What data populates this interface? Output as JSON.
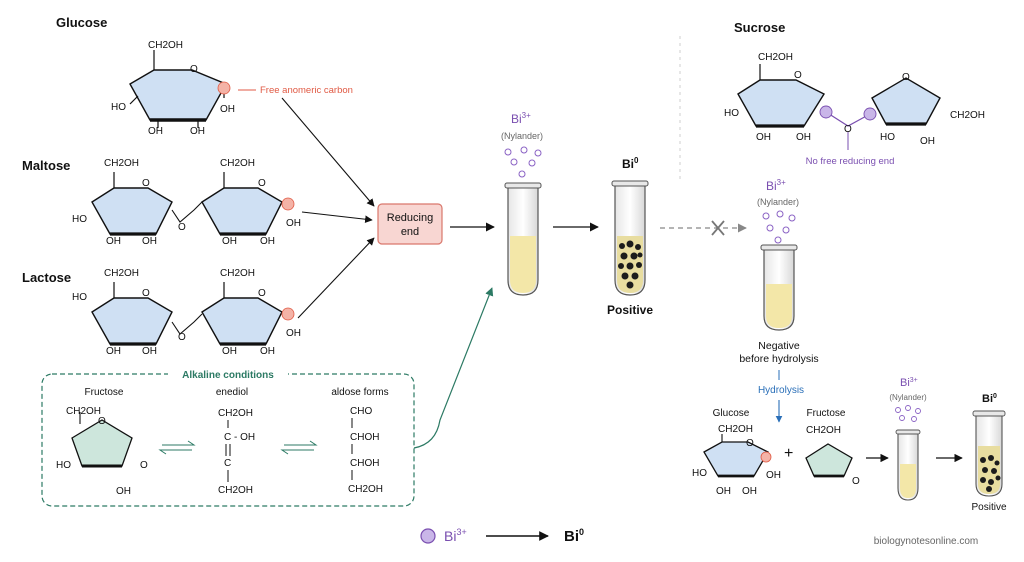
{
  "titles": {
    "glucose": "Glucose",
    "maltose": "Maltose",
    "lactose": "Lactose",
    "sucrose": "Sucrose"
  },
  "annotations": {
    "free_anomeric": "Free anomeric carbon",
    "no_free_reducing": "No free reducing end",
    "reducing_end_line1": "Reducing",
    "reducing_end_line2": "end",
    "positive": "Positive",
    "positive_small": "Positive",
    "negative_line1": "Negative",
    "negative_line2": "before hydrolysis",
    "hydrolysis": "Hydrolysis",
    "nylander": "(Nylander)",
    "bi3_base": "Bi",
    "bi3_sup": "3+",
    "bi0_base": "Bi",
    "bi0_sup": "0",
    "plus": "+"
  },
  "chem": {
    "ch2oh": "CH2OH",
    "oh": "OH",
    "ho": "HO",
    "o": "O",
    "cho": "CHO",
    "choh": "CHOH",
    "c_oh": "C - OH",
    "c": "C"
  },
  "alkaline_box": {
    "title": "Alkaline conditions",
    "fructose": "Fructose",
    "enediol": "enediol",
    "aldose": "aldose forms"
  },
  "hydrolysis_products": {
    "glucose": "Glucose",
    "fructose": "Fructose"
  },
  "legend": {
    "bi3_base": "Bi",
    "bi3_sup": "3+",
    "bi0_base": "Bi",
    "bi0_sup": "0"
  },
  "watermark": "biologynotesonline.com",
  "colors": {
    "ring_fill": "#cfe0f3",
    "fructose_fill": "#cde6dc",
    "reducing_box": "#f8d6d2",
    "reducing_border": "#d9776c",
    "anomeric_red": "#e05a44",
    "purple": "#7a4fb0",
    "purple_light": "#c9b6e8",
    "teal": "#2c7a64",
    "blue": "#2a6fb8",
    "solution": "#f3e7a8"
  }
}
